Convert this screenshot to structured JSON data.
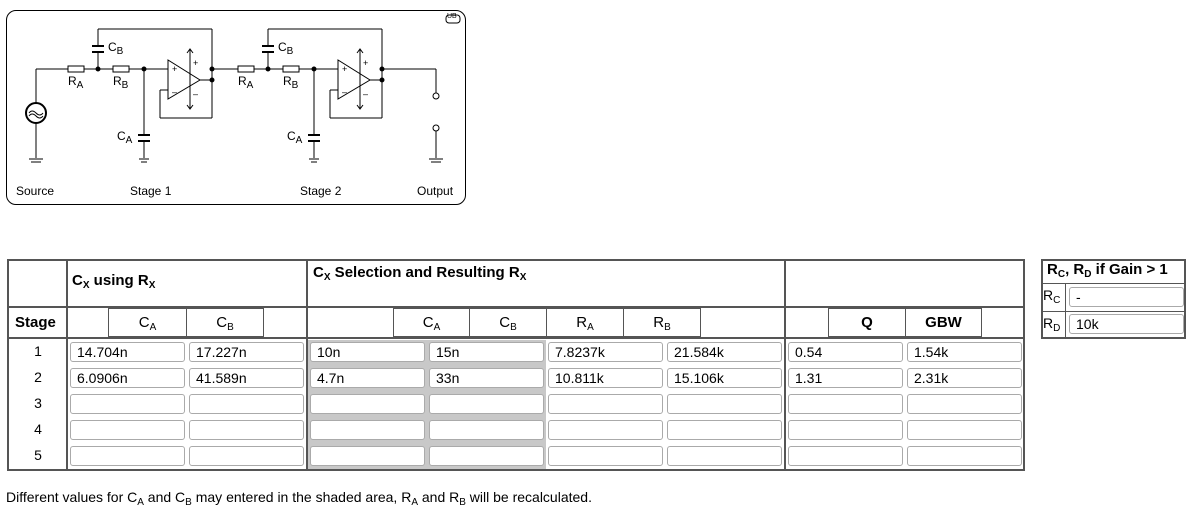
{
  "circuit": {
    "badge": "UB",
    "labels": {
      "source": "Source",
      "stage1": "Stage 1",
      "stage2": "Stage 2",
      "output": "Output"
    },
    "components": {
      "ra": "R",
      "ra_sub": "A",
      "rb": "R",
      "rb_sub": "B",
      "ca": "C",
      "ca_sub": "A",
      "cb": "C",
      "cb_sub": "B"
    }
  },
  "table": {
    "stage_header": "Stage",
    "group1": {
      "title": "C",
      "title_sub": "X",
      "title_rest": " using R",
      "title_rest_sub": "X"
    },
    "group2": {
      "title": "C",
      "title_sub": "X",
      "title_rest": " Selection and Resulting R",
      "title_rest_sub": "X"
    },
    "cols1": [
      {
        "l": "C",
        "s": "A"
      },
      {
        "l": "C",
        "s": "B"
      }
    ],
    "cols2": [
      {
        "l": "C",
        "s": "A"
      },
      {
        "l": "C",
        "s": "B"
      },
      {
        "l": "R",
        "s": "A"
      },
      {
        "l": "R",
        "s": "B"
      }
    ],
    "cols3": [
      "Q",
      "GBW"
    ],
    "rows": [
      {
        "stage": "1",
        "ca": "14.704n",
        "cb": "17.227n",
        "sel_ca": "10n",
        "sel_cb": "15n",
        "ra": "7.8237k",
        "rb": "21.584k",
        "q": "0.54",
        "gbw": "1.54k"
      },
      {
        "stage": "2",
        "ca": "6.0906n",
        "cb": "41.589n",
        "sel_ca": "4.7n",
        "sel_cb": "33n",
        "ra": "10.811k",
        "rb": "15.106k",
        "q": "1.31",
        "gbw": "2.31k"
      },
      {
        "stage": "3",
        "ca": "",
        "cb": "",
        "sel_ca": "",
        "sel_cb": "",
        "ra": "",
        "rb": "",
        "q": "",
        "gbw": ""
      },
      {
        "stage": "4",
        "ca": "",
        "cb": "",
        "sel_ca": "",
        "sel_cb": "",
        "ra": "",
        "rb": "",
        "q": "",
        "gbw": ""
      },
      {
        "stage": "5",
        "ca": "",
        "cb": "",
        "sel_ca": "",
        "sel_cb": "",
        "ra": "",
        "rb": "",
        "q": "",
        "gbw": ""
      }
    ]
  },
  "gain": {
    "title_a": "R",
    "title_a_sub": "C",
    "title_mid": ", R",
    "title_b_sub": "D",
    "title_rest": " if Gain > 1",
    "rc_label": "R",
    "rc_sub": "C",
    "rc_value": "-",
    "rd_label": "R",
    "rd_sub": "D",
    "rd_value": "10k"
  },
  "note": {
    "p1": "Different values for C",
    "s1": "A",
    "p2": " and C",
    "s2": "B",
    "p3": " may entered in the shaded area, R",
    "s3": "A",
    "p4": " and R",
    "s4": "B",
    "p5": " will be recalculated."
  }
}
